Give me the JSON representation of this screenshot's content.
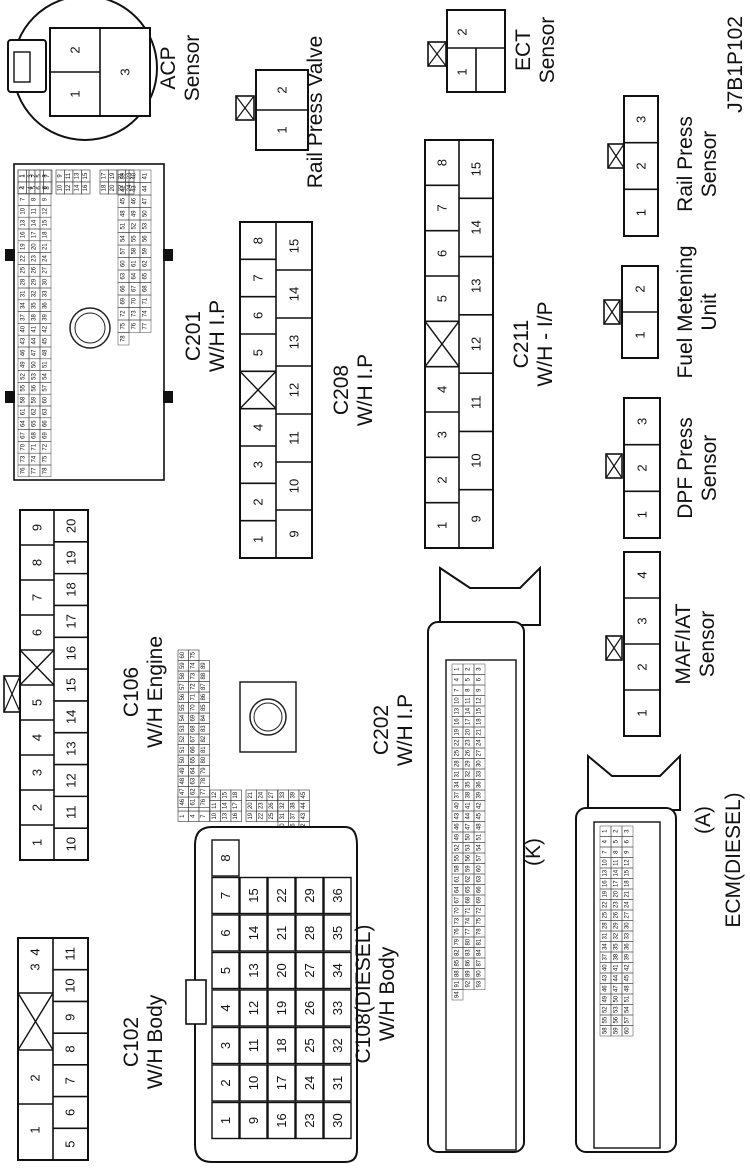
{
  "figure_id": "J7B1P102",
  "labels": {
    "acp": [
      "ACP",
      "Sensor"
    ],
    "rail_press_valve": [
      "Rail Press Valve"
    ],
    "ect": [
      "ECT",
      "Sensor"
    ],
    "rail_press_sensor": [
      "Rail Press",
      "Sensor"
    ],
    "fuel_metering": [
      "Fuel Metening",
      "Unit"
    ],
    "dpf": [
      "DPF Press",
      "Sensor"
    ],
    "maf": [
      "MAF/IAT",
      "Sensor"
    ],
    "c201": [
      "C201",
      "W/H I.P"
    ],
    "c208": [
      "C208",
      "W/H I.P"
    ],
    "c211": [
      "C211",
      "W/H - I/P"
    ],
    "c106": [
      "C106",
      "W/H Engine"
    ],
    "c202": [
      "C202",
      "W/H I.P"
    ],
    "c102": [
      "C102",
      "W/H Body"
    ],
    "c108": [
      "C108(DIESEL)",
      "W/H Body"
    ],
    "ecm": [
      "ECM(DIESEL)"
    ],
    "ecm_k": "(K)",
    "ecm_a": "(A)"
  },
  "pins": {
    "two": [
      "1",
      "2"
    ],
    "three": [
      "1",
      "2",
      "3"
    ],
    "four": [
      "1",
      "2",
      "3",
      "4"
    ],
    "acp": [
      "1",
      "2",
      "3"
    ],
    "c208_top": [
      "1",
      "2",
      "3",
      "4",
      "5",
      "6",
      "7",
      "8"
    ],
    "c208_bottom": [
      "9",
      "10",
      "11",
      "12",
      "13",
      "14",
      "15"
    ],
    "c211_top": [
      "1",
      "2",
      "3",
      "4",
      "5",
      "6",
      "7",
      "8"
    ],
    "c211_bottom": [
      "9",
      "10",
      "11",
      "12",
      "13",
      "14",
      "15"
    ],
    "c106_top": [
      "1",
      "2",
      "3",
      "4",
      "5",
      "6",
      "7",
      "8",
      "9"
    ],
    "c106_bottom": [
      "10",
      "11",
      "12",
      "13",
      "14",
      "15",
      "16",
      "17",
      "18",
      "19",
      "20"
    ],
    "c102_top": [
      "1",
      "2",
      "3",
      "4"
    ],
    "c102_bottom": [
      "5",
      "6",
      "7",
      "8",
      "9",
      "10",
      "11"
    ],
    "c108_rows": [
      [
        "1",
        "9",
        "16",
        "23",
        "30"
      ],
      [
        "2",
        "10",
        "17",
        "24",
        "31"
      ],
      [
        "3",
        "11",
        "18",
        "25",
        "32"
      ],
      [
        "4",
        "12",
        "19",
        "26",
        "33"
      ],
      [
        "5",
        "13",
        "20",
        "27",
        "34"
      ],
      [
        "6",
        "14",
        "21",
        "28",
        "35"
      ],
      [
        "7",
        "15",
        "22",
        "29",
        "36"
      ],
      [
        "8"
      ]
    ],
    "c201_count": 78,
    "c202_count": 89,
    "ecm_k_count": 94,
    "ecm_a_count": 60
  }
}
